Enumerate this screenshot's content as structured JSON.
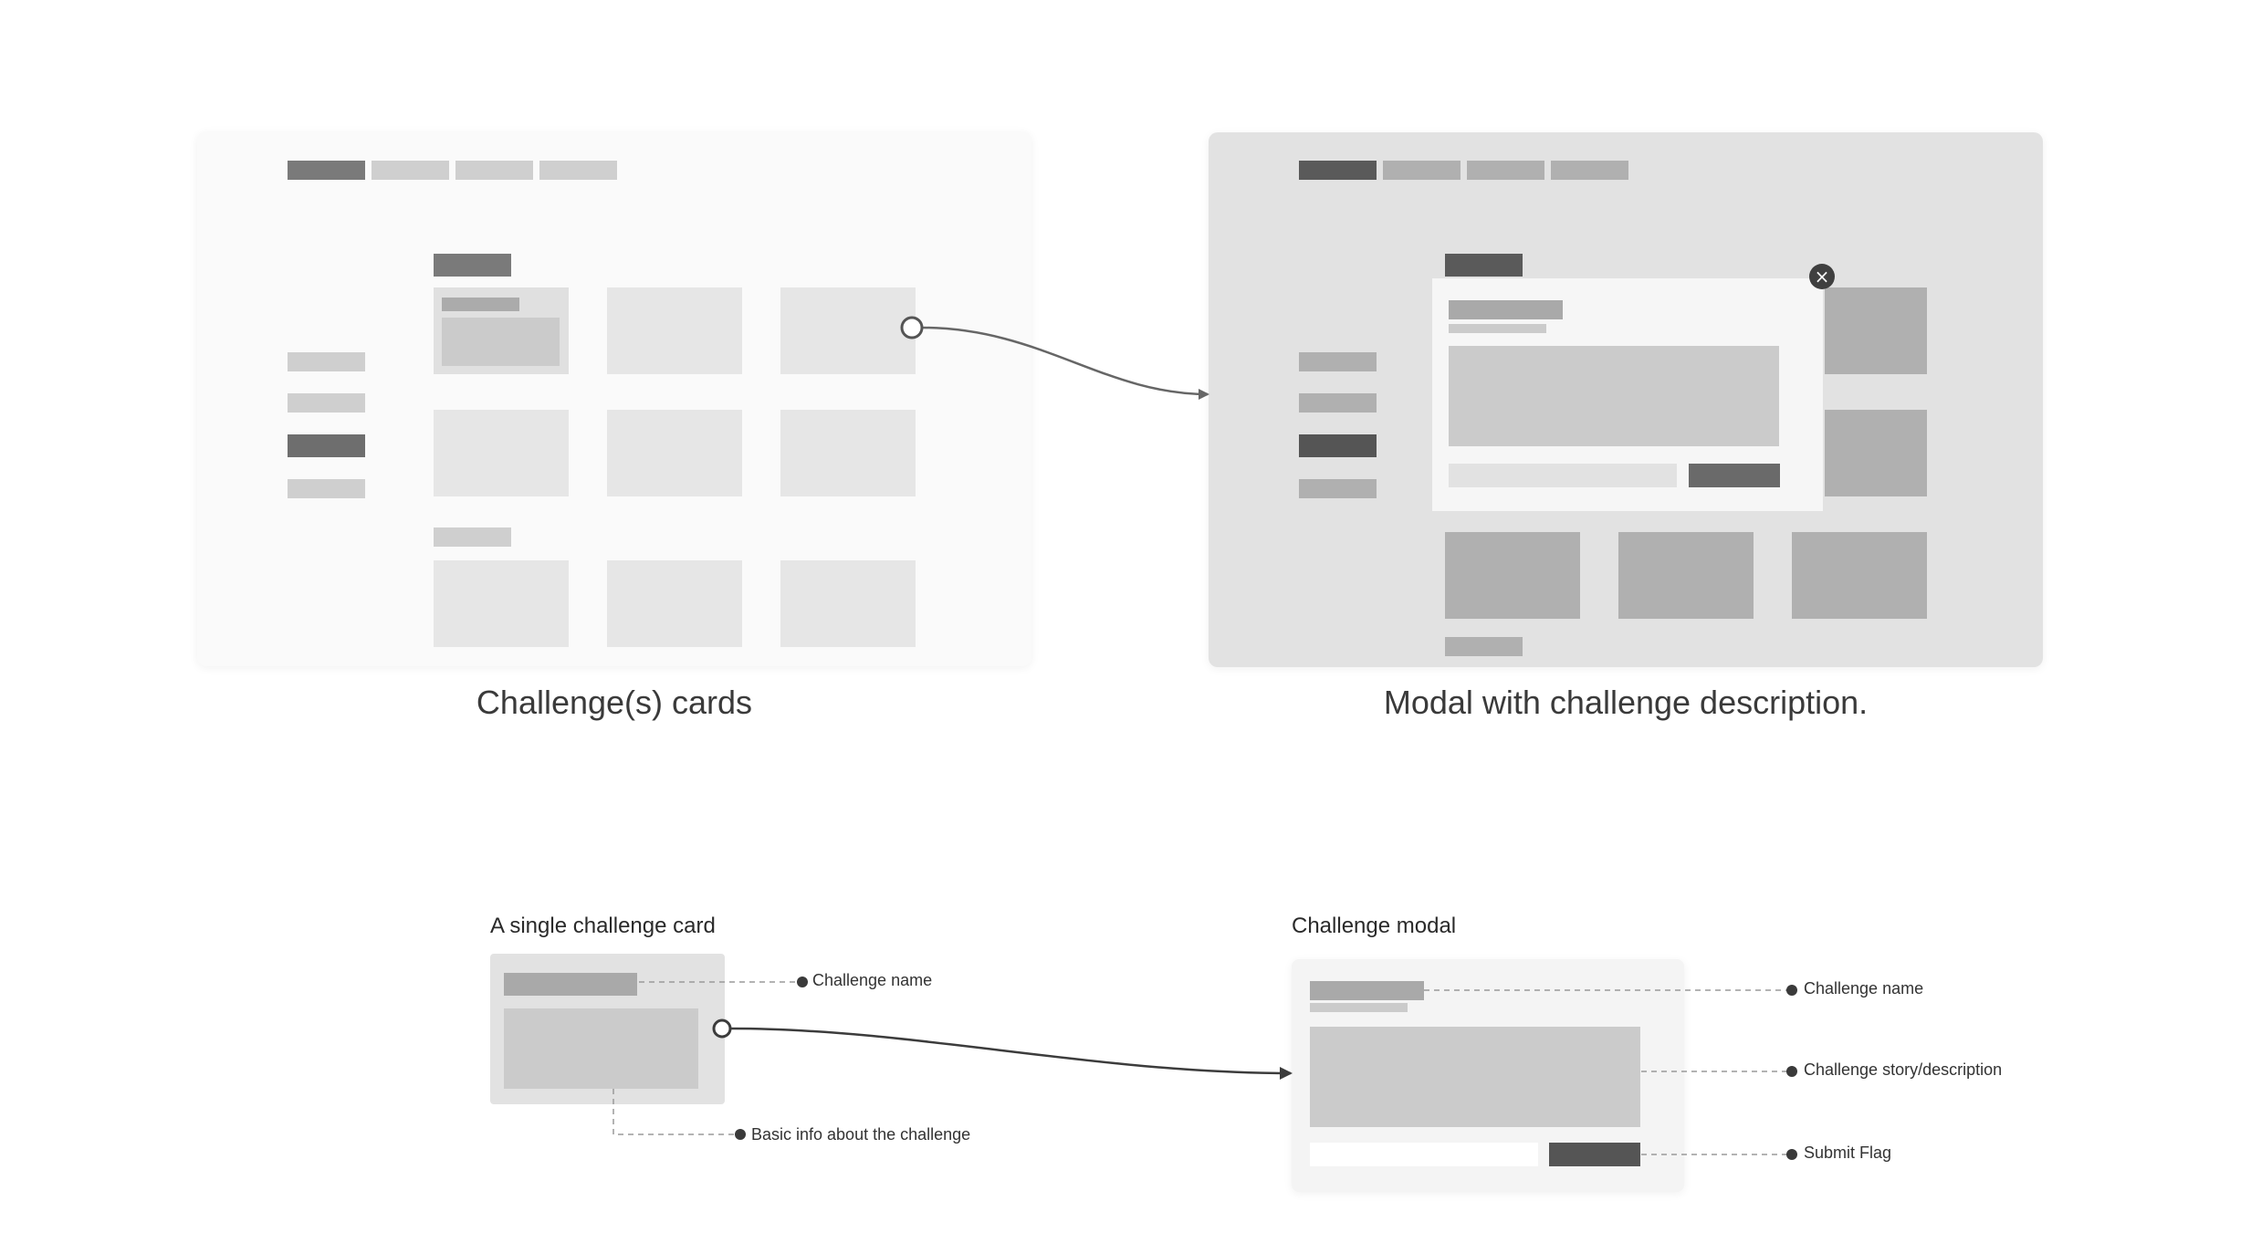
{
  "captions": {
    "cards_screen": "Challenge(s) cards",
    "modal_screen": "Modal with challenge description."
  },
  "detail": {
    "card_heading": "A single challenge card",
    "modal_heading": "Challenge modal",
    "card_annotations": {
      "name": "Challenge name",
      "basic_info": "Basic info about the challenge"
    },
    "modal_annotations": {
      "name": "Challenge name",
      "description": "Challenge story/description",
      "submit": "Submit Flag"
    }
  },
  "icons": {
    "modal_close": "close-icon",
    "flow_start": "connector-origin-circle",
    "flow_end": "arrowhead-icon"
  },
  "colors": {
    "page_bg": "#ffffff",
    "panel_light": "#fafafa",
    "panel_dim": "#e2e2e2",
    "block_light": "#e6e6e6",
    "block_mid": "#cbcbcb",
    "block_dark": "#6e6e6e",
    "block_darker": "#5a5a5a",
    "connector": "#555555"
  }
}
